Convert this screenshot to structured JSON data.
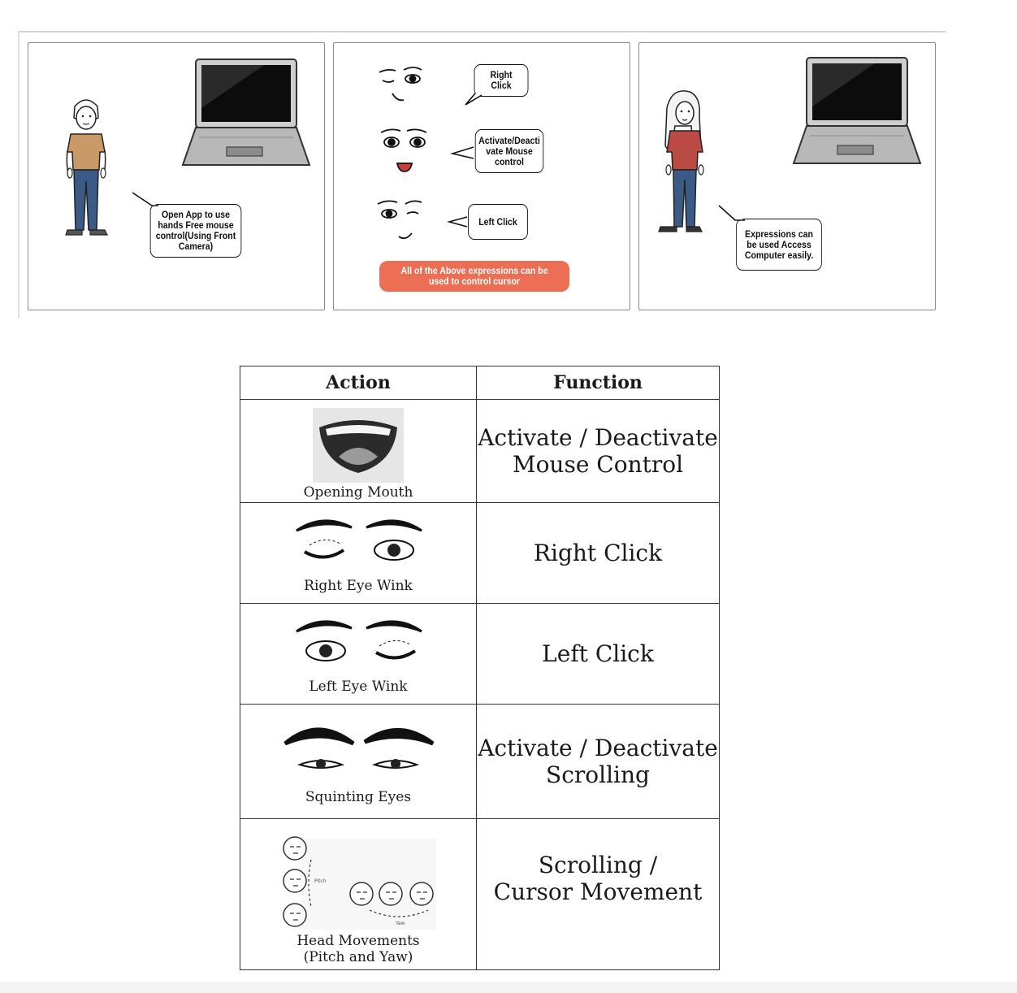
{
  "storyboard": {
    "panel1": {
      "bubble": "Open App to use hands Free mouse control(Using Front Camera)"
    },
    "panel2": {
      "bubble_right_click": "Right Click",
      "bubble_activate": "Activate/Deacti vate Mouse control",
      "bubble_left_click": "Left Click",
      "banner": "All of the Above expressions can be used to control cursor"
    },
    "panel3": {
      "bubble": "Expressions can be used Access Computer easily."
    }
  },
  "table": {
    "headers": {
      "action": "Action",
      "function": "Function"
    },
    "rows": [
      {
        "action": "Opening Mouth",
        "function_line1": "Activate / Deactivate",
        "function_line2": "Mouse Control"
      },
      {
        "action": "Right Eye Wink",
        "function_line1": "Right Click"
      },
      {
        "action": "Left Eye Wink",
        "function_line1": "Left Click"
      },
      {
        "action": "Squinting Eyes",
        "function_line1": "Activate / Deactivate",
        "function_line2": "Scrolling"
      },
      {
        "action_line1": "Head Movements",
        "action_line2": "(Pitch and Yaw)",
        "function_line1": "Scrolling /",
        "function_line2": "Cursor Movement",
        "diagram_label_pitch": "Pitch",
        "diagram_label_yaw": "Yaw"
      }
    ]
  },
  "colors": {
    "banner": "#ec6f55",
    "shirt_boy": "#c99a68",
    "shirt_girl": "#b94a44",
    "jeans": "#3b5a86"
  }
}
